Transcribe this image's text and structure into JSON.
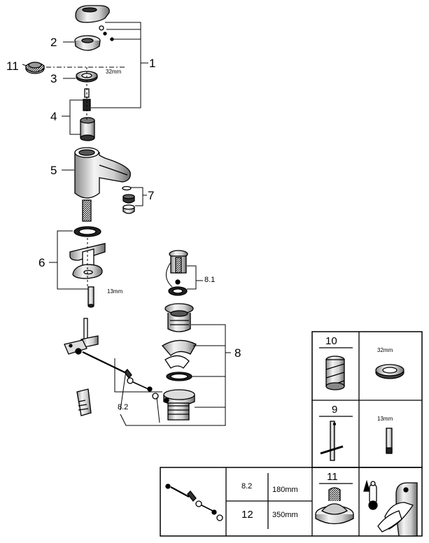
{
  "callouts": {
    "n1": "1",
    "n2": "2",
    "n3": "3",
    "n4": "4",
    "n5": "5",
    "n6": "6",
    "n7": "7",
    "n8": "8",
    "n8_1": "8.1",
    "n8_2": "8.2",
    "n11": "11"
  },
  "dimensions": {
    "d32": "32mm",
    "d13": "13mm"
  },
  "tools_table": {
    "box10": {
      "num": "10",
      "dim": "32mm"
    },
    "box9": {
      "num": "9",
      "dim": "13mm"
    },
    "box11": {
      "num": "11"
    }
  },
  "rod_table": {
    "row1": {
      "num": "8.2",
      "length": "180mm"
    },
    "row2": {
      "num": "12",
      "length": "350mm"
    }
  },
  "colors": {
    "line": "#000000",
    "fill_light": "#f2f2f2",
    "fill_mid": "#bfbfbf",
    "fill_dark": "#404040"
  }
}
